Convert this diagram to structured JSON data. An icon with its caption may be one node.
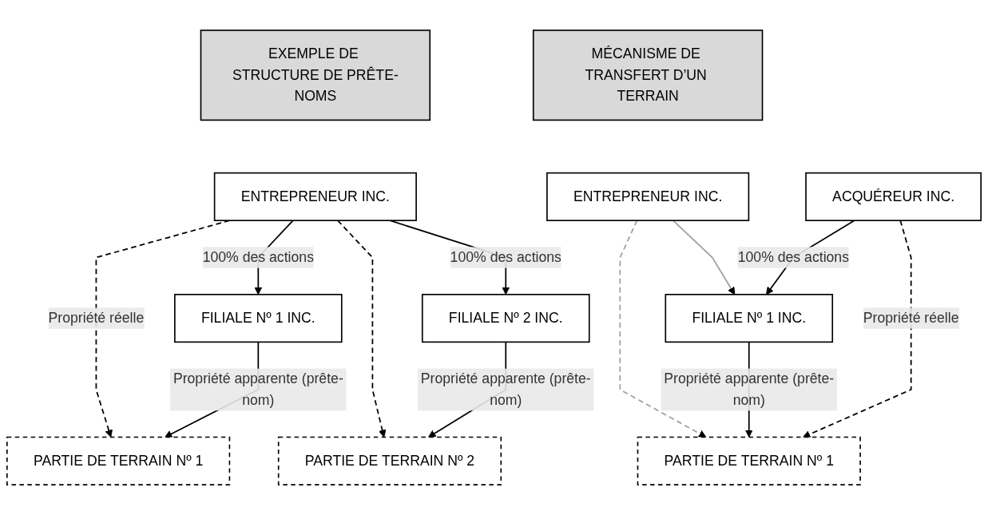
{
  "diagram": {
    "nodes": [
      {
        "text": [
          "EXEMPLE DE STRUCTURE DE PRÊTE-NOMS"
        ]
      },
      {
        "text": [
          "ENTREPRENEUR INC."
        ]
      },
      {
        "text": [
          "FILIALE Nº 1 INC."
        ]
      },
      {
        "text": [
          "FILIALE Nº 2 INC."
        ]
      },
      {
        "text": [
          "PARTIE DE TERRAIN Nº 1"
        ]
      },
      {
        "text": [
          "PARTIE DE TERRAIN Nº 2"
        ]
      },
      {
        "text": [
          "MÉCANISME DE TRANSFERT D’UN TERRAIN"
        ]
      },
      {
        "text": [
          "ENTREPRENEUR INC."
        ]
      },
      {
        "text": [
          "ACQUÉREUR INC."
        ]
      },
      {
        "text": [
          "FILIALE Nº 1 INC."
        ]
      },
      {
        "text": [
          "PARTIE DE TERRAIN Nº 1"
        ]
      }
    ],
    "edges": [
      {
        "from": 1,
        "to": 2,
        "arrow": "to",
        "label": "100% des actions"
      },
      {
        "from": 1,
        "to": 3,
        "arrow": "to",
        "label": "100% des actions"
      },
      {
        "from": 1,
        "to": 4,
        "arrow": "to",
        "style": "dashed",
        "label": "Propriété réelle"
      },
      {
        "from": 1,
        "to": 5,
        "arrow": "to",
        "style": "dashed"
      },
      {
        "from": 2,
        "to": 4,
        "arrow": "to",
        "label": "Propriété apparente (prête-nom)"
      },
      {
        "from": 3,
        "to": 5,
        "arrow": "to",
        "label": "Propriété apparente (prête-nom)"
      },
      {
        "from": 7,
        "to": 9,
        "arrow": "to",
        "color": "#a0a0a0"
      },
      {
        "from": 7,
        "to": 10,
        "arrow": "to",
        "style": "dashed",
        "color": "#a0a0a0"
      },
      {
        "from": 8,
        "to": 9,
        "arrow": "to",
        "label": "100% des actions"
      },
      {
        "from": 9,
        "to": 10,
        "arrow": "to",
        "label": "Propriété apparente (prête-nom)"
      },
      {
        "from": 8,
        "to": 10,
        "arrow": "to",
        "style": "dashed",
        "label": "Propriété réelle"
      }
    ]
  }
}
